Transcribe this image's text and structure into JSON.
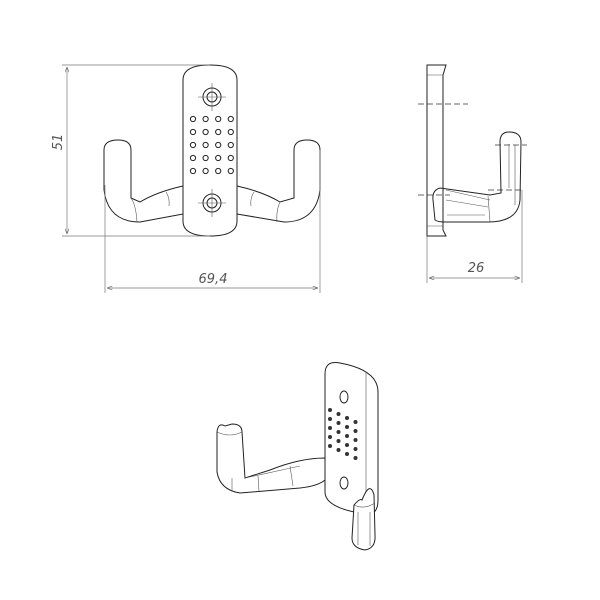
{
  "drawing": {
    "dimensions": {
      "height": "51",
      "width": "69,4",
      "depth": "26"
    },
    "hole_grid": {
      "columns": 4,
      "rows": 5
    },
    "colors": {
      "line": "#222222",
      "dimension": "#777777",
      "background": "#ffffff"
    }
  }
}
